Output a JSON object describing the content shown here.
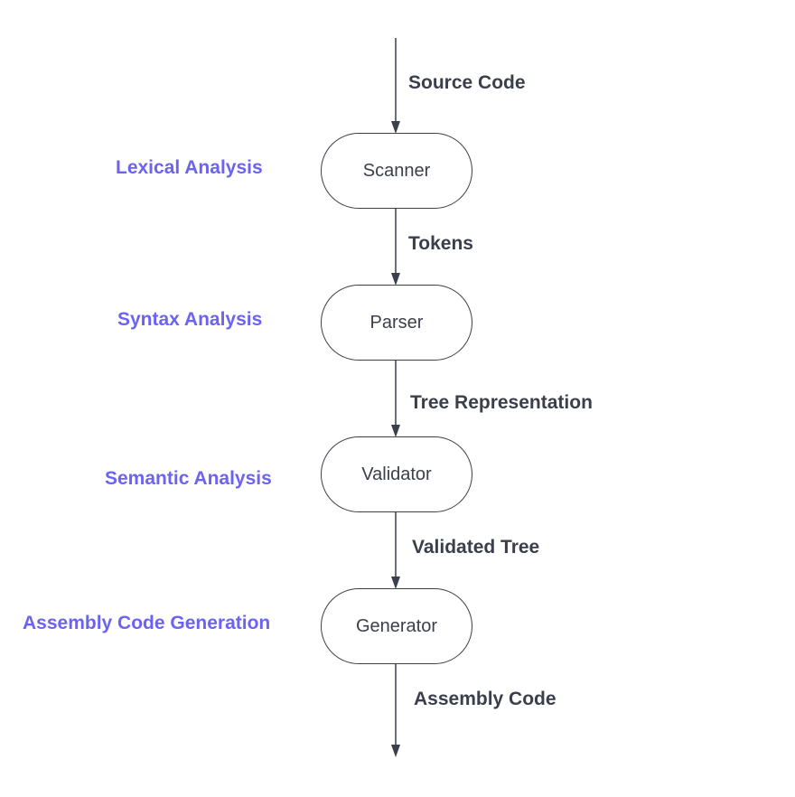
{
  "colors": {
    "line": "#3a3f4b",
    "stage_label": "#6c63f2",
    "edge_label": "#3a3f4b"
  },
  "edges": [
    {
      "label": "Source Code"
    },
    {
      "label": "Tokens"
    },
    {
      "label": "Tree Representation"
    },
    {
      "label": "Validated Tree"
    },
    {
      "label": "Assembly Code"
    }
  ],
  "nodes": [
    {
      "label": "Scanner",
      "stage": "Lexical Analysis"
    },
    {
      "label": "Parser",
      "stage": "Syntax Analysis"
    },
    {
      "label": "Validator",
      "stage": "Semantic Analysis"
    },
    {
      "label": "Generator",
      "stage": "Assembly Code Generation"
    }
  ]
}
